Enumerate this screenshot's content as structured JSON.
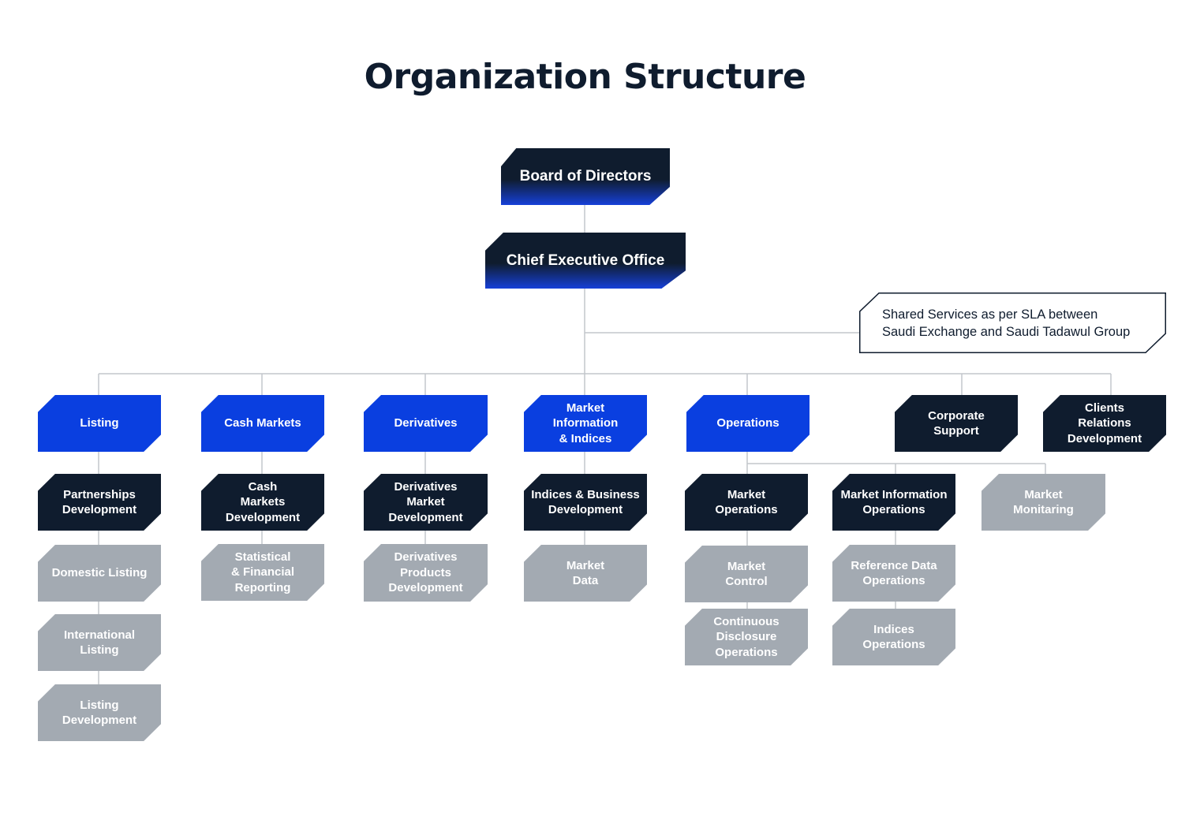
{
  "title": "Organization Structure",
  "board": "Board of Directors",
  "ceo": "Chief Executive Office",
  "shared_services": "Shared Services as per SLA between\nSaudi Exchange and Saudi Tadawul Group",
  "colors": {
    "navy": "#0f1c2e",
    "blue": "#0a3fe0",
    "gray": "#a3aab2",
    "connector": "#c3c7cc"
  },
  "departments": [
    {
      "label": "Listing",
      "children": [
        {
          "label": "Partnerships\nDevelopment",
          "style": "navy"
        },
        {
          "label": "Domestic Listing",
          "style": "gray"
        },
        {
          "label": "International\nListing",
          "style": "gray"
        },
        {
          "label": "Listing\nDevelopment",
          "style": "gray"
        }
      ]
    },
    {
      "label": "Cash Markets",
      "children": [
        {
          "label": "Cash\nMarkets\nDevelopment",
          "style": "navy"
        },
        {
          "label": "Statistical\n& Financial\nReporting",
          "style": "gray"
        }
      ]
    },
    {
      "label": "Derivatives",
      "children": [
        {
          "label": "Derivatives\nMarket\nDevelopment",
          "style": "navy"
        },
        {
          "label": "Derivatives\nProducts\nDevelopment",
          "style": "gray"
        }
      ]
    },
    {
      "label": "Market\nInformation\n& Indices",
      "children": [
        {
          "label": "Indices & Business\nDevelopment",
          "style": "navy"
        },
        {
          "label": "Market\nData",
          "style": "gray"
        }
      ]
    },
    {
      "label": "Operations",
      "units": [
        {
          "label": "Market\nOperations",
          "children": [
            {
              "label": "Market\nControl"
            },
            {
              "label": "Continuous\nDisclosure\nOperations"
            }
          ]
        },
        {
          "label": "Market Information\nOperations",
          "children": [
            {
              "label": "Reference Data\nOperations"
            },
            {
              "label": "Indices\nOperations"
            }
          ]
        },
        {
          "label": "Market\nMonitaring",
          "children": []
        }
      ]
    },
    {
      "label": "Corporate\nSupport",
      "children": []
    },
    {
      "label": "Clients\nRelations\nDevelopment",
      "children": []
    }
  ]
}
